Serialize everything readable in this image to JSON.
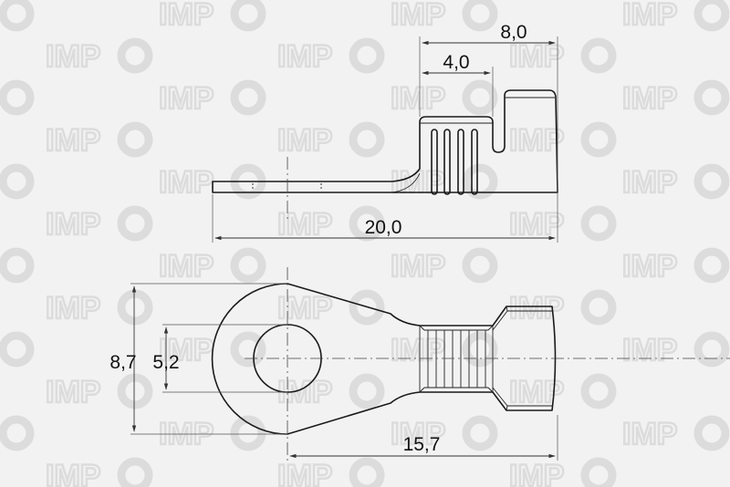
{
  "watermark": {
    "text": "IMP"
  },
  "top_view": {
    "dimensions": {
      "overall_length": "20,0",
      "barrel_length": "8,0",
      "crimp_length": "4,0"
    }
  },
  "bottom_view": {
    "dimensions": {
      "ring_outer_diameter": "8,7",
      "hole_diameter": "5,2",
      "center_to_end": "15,7"
    }
  },
  "colors": {
    "background": "#f2f2f2",
    "line": "#1a1a1a",
    "watermark": "#dcdcdc"
  }
}
